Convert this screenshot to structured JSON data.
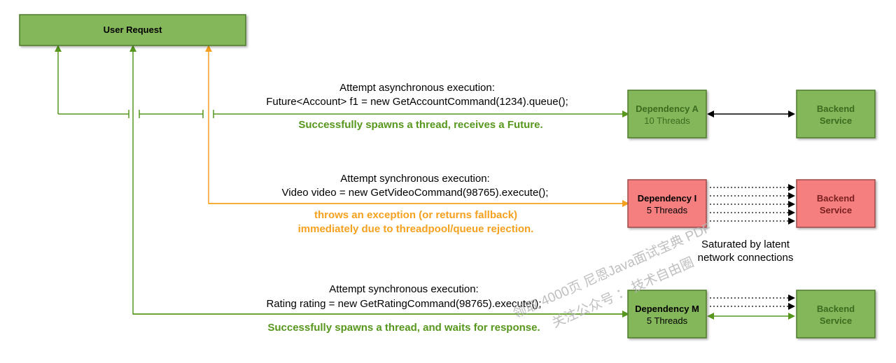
{
  "colors": {
    "green_fill": "#84b65a",
    "green_stroke": "#4e7a2c",
    "red_fill": "#f57f7f",
    "red_stroke": "#9c4a4a",
    "green_line": "#57971e",
    "orange_line": "#f5a11f",
    "green_text": "#57971e",
    "orange_text": "#f5a11f",
    "red_text": "#e8291c",
    "dep_a_title": "#3d6b1f"
  },
  "user_request": {
    "label": "User Request"
  },
  "dependency_a": {
    "title": "Dependency A",
    "threads": "10 Threads"
  },
  "dependency_i": {
    "title": "Dependency I",
    "threads": "5 Threads"
  },
  "dependency_m": {
    "title": "Dependency M",
    "threads": "5 Threads"
  },
  "backend_service": {
    "line1": "Backend",
    "line2": "Service"
  },
  "flows": {
    "async": {
      "line1": "Attempt asynchronous execution:",
      "line2": "Future<Account> f1 = new GetAccountCommand(1234).queue();",
      "status": "Successfully spawns a thread, receives a Future."
    },
    "sync_video": {
      "line1": "Attempt synchronous execution:",
      "line2": "Video video = new GetVideoCommand(98765).execute();",
      "status1": "throws an exception (or returns fallback)",
      "status2": "immediately due to threadpool/queue rejection."
    },
    "sync_rating": {
      "line1": "Attempt synchronous execution:",
      "line2": "Rating rating = new GetRatingCommand(98765).execute();",
      "status": "Successfully spawns a thread, and waits for response."
    }
  },
  "saturation_note": {
    "line1": "Saturated by latent",
    "line2": "network connections"
  },
  "watermark": {
    "line1": "领取 4000页 尼恩Java面试宝典 PDF",
    "line2": "关注公众号 ： 技术自由圈"
  }
}
